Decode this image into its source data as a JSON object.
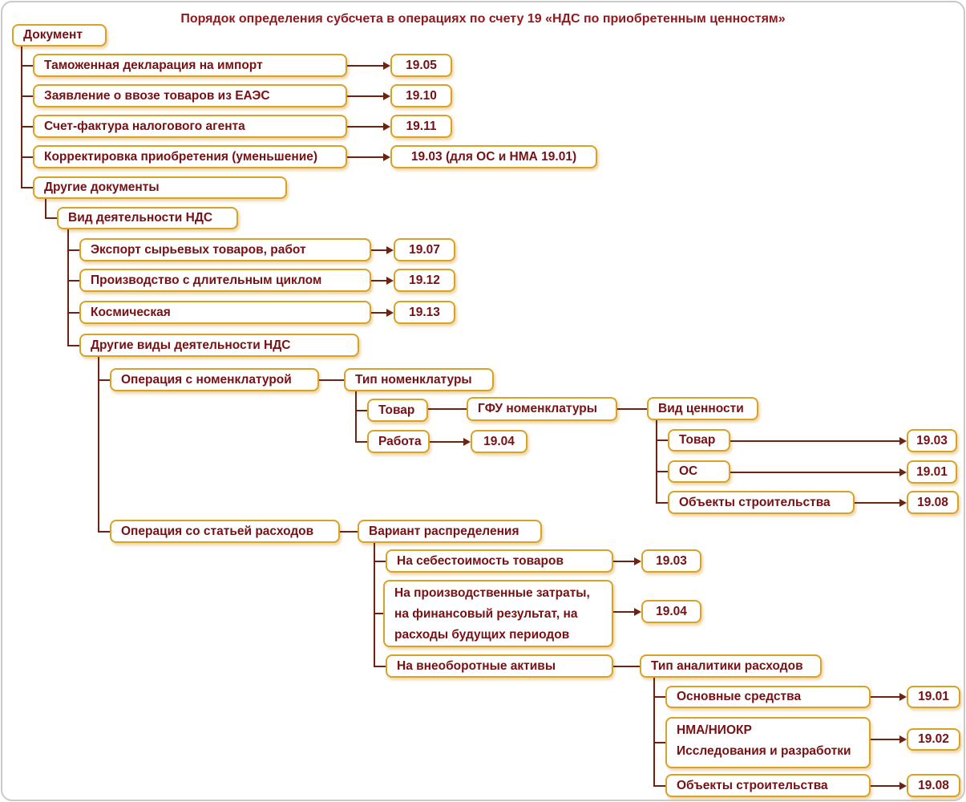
{
  "title": "Порядок определения субсчета в операциях по счету 19 «НДС по приобретенным ценностям»",
  "colors": {
    "gold": "#d9a126",
    "ink": "#771114",
    "line": "#6e2312",
    "title": "#8f191c",
    "frame": "#c9c9c9"
  },
  "nodes": {
    "dokument": {
      "label": "Документ"
    },
    "tam": {
      "label": "Таможенная декларация на импорт"
    },
    "c1905": {
      "label": "19.05"
    },
    "zay": {
      "label": "Заявление о ввозе товаров из ЕАЭС"
    },
    "c1910": {
      "label": "19.10"
    },
    "schet": {
      "label": "Счет-фактура налогового агента"
    },
    "c1911": {
      "label": "19.11"
    },
    "korr": {
      "label": "Корректировка приобретения (уменьшение)"
    },
    "c1903n": {
      "label": "19.03 (для ОС и НМА 19.01)"
    },
    "drugdok": {
      "label": "Другие документы"
    },
    "viddeyat": {
      "label": "Вид деятельности НДС"
    },
    "exp": {
      "label": "Экспорт сырьевых товаров, работ"
    },
    "c1907": {
      "label": "19.07"
    },
    "proizv": {
      "label": "Производство с длительным циклом"
    },
    "c1912": {
      "label": "19.12"
    },
    "kosm": {
      "label": "Космическая"
    },
    "c1913": {
      "label": "19.13"
    },
    "drugvid": {
      "label": "Другие виды деятельности НДС"
    },
    "opnom": {
      "label": "Операция с номенклатурой"
    },
    "tipnom": {
      "label": "Тип номенклатуры"
    },
    "tovar": {
      "label": "Товар"
    },
    "gfu": {
      "label": "ГФУ номенклатуры"
    },
    "vidcen": {
      "label": "Вид ценности"
    },
    "rabota": {
      "label": "Работа"
    },
    "c1904": {
      "label": "19.04"
    },
    "vtovar": {
      "label": "Товар"
    },
    "vc1903": {
      "label": "19.03"
    },
    "os": {
      "label": "ОС"
    },
    "vc1901": {
      "label": "19.01"
    },
    "obstr": {
      "label": "Объекты строительства"
    },
    "vc1908": {
      "label": "19.08"
    },
    "opst": {
      "label": "Операция со статьей расходов"
    },
    "vardis": {
      "label": "Вариант распределения"
    },
    "naseb": {
      "label": "На себестоимость товаров"
    },
    "r1903": {
      "label": "19.03"
    },
    "naproi": {
      "lines": [
        "На производственные затраты,",
        "на финансовый результат, на",
        "расходы будущих периодов"
      ]
    },
    "r1904": {
      "label": "19.04"
    },
    "navne": {
      "label": "На внеоборотные активы"
    },
    "tipanal": {
      "label": "Тип аналитики расходов"
    },
    "osnsr": {
      "label": "Основные средства"
    },
    "a1901": {
      "label": "19.01"
    },
    "nma": {
      "lines": [
        "НМА/НИОКР",
        "Исследования и разработки"
      ]
    },
    "a1902": {
      "label": "19.02"
    },
    "obstr2": {
      "label": "Объекты строительства"
    },
    "a1908": {
      "label": "19.08"
    }
  },
  "links": {
    "plain": [
      [
        "opnom",
        "tipnom"
      ],
      [
        "tovar",
        "gfu"
      ],
      [
        "gfu",
        "vidcen"
      ],
      [
        "opst",
        "vardis"
      ],
      [
        "navne",
        "tipanal"
      ]
    ],
    "arrow": [
      [
        "tam",
        "c1905"
      ],
      [
        "zay",
        "c1910"
      ],
      [
        "schet",
        "c1911"
      ],
      [
        "korr",
        "c1903n"
      ],
      [
        "exp",
        "c1907"
      ],
      [
        "proizv",
        "c1912"
      ],
      [
        "kosm",
        "c1913"
      ],
      [
        "rabota",
        "c1904"
      ],
      [
        "vtovar",
        "vc1903"
      ],
      [
        "os",
        "vc1901"
      ],
      [
        "obstr",
        "vc1908"
      ],
      [
        "naseb",
        "r1903"
      ],
      [
        "naproi",
        "r1904"
      ],
      [
        "osnsr",
        "a1901"
      ],
      [
        "nma",
        "a1902"
      ],
      [
        "obstr2",
        "a1908"
      ]
    ],
    "tree": [
      {
        "parent": "dokument",
        "children": [
          "tam",
          "zay",
          "schet",
          "korr",
          "drugdok"
        ]
      },
      {
        "parent": "drugdok",
        "children": [
          "viddeyat"
        ]
      },
      {
        "parent": "viddeyat",
        "children": [
          "exp",
          "proizv",
          "kosm",
          "drugvid"
        ]
      },
      {
        "parent": "drugvid",
        "children": [
          "opnom",
          "opst"
        ]
      },
      {
        "parent": "tipnom",
        "children": [
          "tovar",
          "rabota"
        ]
      },
      {
        "parent": "vidcen",
        "children": [
          "vtovar",
          "os",
          "obstr"
        ]
      },
      {
        "parent": "vardis",
        "children": [
          "naseb",
          "naproi",
          "navne"
        ]
      },
      {
        "parent": "tipanal",
        "children": [
          "osnsr",
          "nma",
          "obstr2"
        ]
      }
    ]
  }
}
